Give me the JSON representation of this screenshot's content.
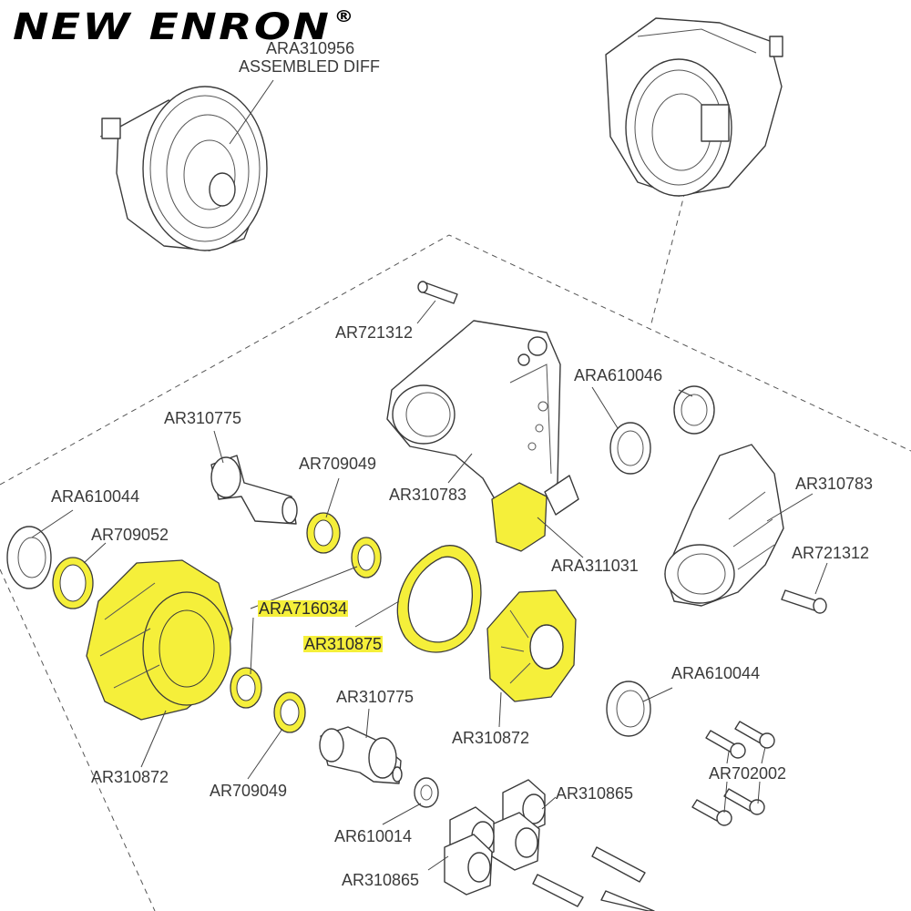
{
  "brand": {
    "name": "NEW ENRON",
    "registered": "®",
    "accent_color": "#000000"
  },
  "highlight_color": "#f5ef3a",
  "labels": [
    {
      "id": "assembled-diff-part",
      "text": "ARA310956",
      "highlight": false
    },
    {
      "id": "assembled-diff-caption",
      "text": "ASSEMBLED DIFF",
      "highlight": false
    },
    {
      "id": "pin-top",
      "text": "AR721312",
      "highlight": false
    },
    {
      "id": "bearing-top",
      "text": "ARA610046",
      "highlight": false
    },
    {
      "id": "pinion-top",
      "text": "AR310775",
      "highlight": false
    },
    {
      "id": "shim-top",
      "text": "AR709049",
      "highlight": false
    },
    {
      "id": "housing-left",
      "text": "AR310783",
      "highlight": false
    },
    {
      "id": "housing-right",
      "text": "AR310783",
      "highlight": false
    },
    {
      "id": "bearing-left",
      "text": "ARA610044",
      "highlight": false
    },
    {
      "id": "shim-left",
      "text": "AR709052",
      "highlight": false
    },
    {
      "id": "input-gear",
      "text": "ARA311031",
      "highlight": false
    },
    {
      "id": "pin-right",
      "text": "AR721312",
      "highlight": false
    },
    {
      "id": "washer-kit",
      "text": "ARA716034",
      "highlight": true
    },
    {
      "id": "gasket",
      "text": "AR310875",
      "highlight": true
    },
    {
      "id": "bearing-right",
      "text": "ARA610044",
      "highlight": false
    },
    {
      "id": "pinion-bottom",
      "text": "AR310775",
      "highlight": false
    },
    {
      "id": "diff-case-right",
      "text": "AR310872",
      "highlight": false
    },
    {
      "id": "diff-case-left",
      "text": "AR310872",
      "highlight": false
    },
    {
      "id": "shim-bottom",
      "text": "AR709049",
      "highlight": false
    },
    {
      "id": "screws",
      "text": "AR702002",
      "highlight": false
    },
    {
      "id": "small-bearing",
      "text": "AR610014",
      "highlight": false
    },
    {
      "id": "spider-gear-right",
      "text": "AR310865",
      "highlight": false
    },
    {
      "id": "spider-gear-bottom",
      "text": "AR310865",
      "highlight": false
    }
  ]
}
